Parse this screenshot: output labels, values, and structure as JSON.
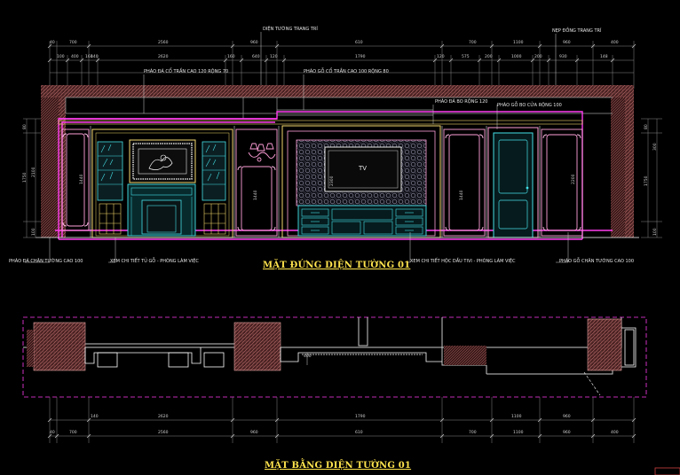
{
  "titles": {
    "elevation": "MẶT ĐỨNG DIỆN TƯỜNG 01",
    "plan": "MẶT BẰNG DIỆN TƯỜNG 01"
  },
  "tv_label": "TV",
  "annotations": {
    "top_wall_note": "DIỆN TƯỜNG TRANG TRÍ",
    "top_right_note": "NẸP ĐỒNG TRANG TRÍ",
    "ceiling_note_left": "PHÀO ĐÁ CỔ TRẦN CAO 120 RỘNG 70",
    "ceiling_note_mid": "PHÀO GỖ CỔ TRẦN CAO 100 RỘNG 80",
    "frame_note_1": "PHÀO ĐÁ BO RỘNG 120",
    "frame_note_2": "PHÀO GỖ BO CỬA RỘNG 100",
    "bottom_note_1": "PHÀO ĐÁ CHÂN TƯỜNG CAO 100",
    "bottom_note_2": "XEM CHI TIẾT TỦ GỖ - PHÒNG LÀM VIỆC",
    "bottom_note_3": "XEM CHI TIẾT HỘC DẦU TIVI - PHÒNG LÀM VIỆC",
    "bottom_note_4": "PHÀO GỖ CHÂN TƯỜNG CAO 100"
  },
  "dims_top_row1": [
    "40",
    "700",
    "2560",
    "960",
    "610",
    "700",
    "1100",
    "960",
    "400"
  ],
  "dims_top_row2": [
    "100",
    "400",
    "160",
    "140",
    "2620",
    "160",
    "640",
    "120",
    "1790",
    "120",
    "575",
    "200",
    "1000",
    "200",
    "930",
    "148"
  ],
  "dims_plan_row1": [
    "140",
    "2620",
    "1790",
    "1100",
    "960"
  ],
  "dims_plan_row2": [
    "40",
    "700",
    "2560",
    "960",
    "610",
    "700",
    "1100",
    "960",
    "400"
  ],
  "dims_left": [
    "80",
    "2100",
    "1750",
    "100"
  ],
  "dims_right": [
    "80",
    "300",
    "1750",
    "100"
  ],
  "panel_dims": [
    "1440",
    "1440",
    "2300",
    "1440",
    "2200"
  ],
  "plan_dim": "400",
  "colors": {
    "magenta": "#ff3df0",
    "hatch_fill": "#5a2a2a",
    "hatch_line": "#c86e6e",
    "frame_pink": "#ff9fd9",
    "yellow": "#f2d66b",
    "cyan": "#45e0e8",
    "white": "#ffffff",
    "grey": "#9c9c9c",
    "title": "#ffe44d"
  }
}
